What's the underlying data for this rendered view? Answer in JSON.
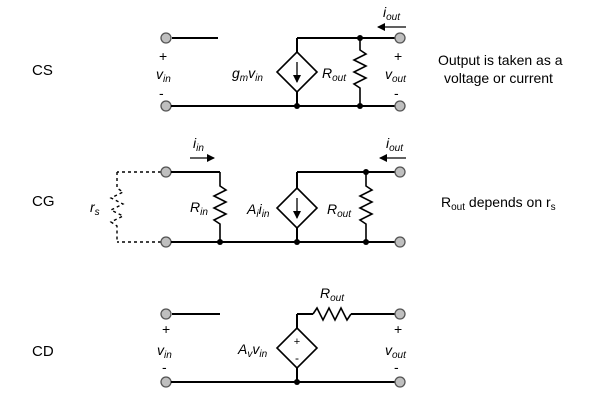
{
  "stages": [
    {
      "id": "cs",
      "name": "CS",
      "input_plus": "+",
      "input_var": "v",
      "input_sub": "in",
      "input_minus": "-",
      "source_label": "g",
      "source_label_sub": "m",
      "source_label_var": "v",
      "source_label_var_sub": "in",
      "resistor_main": "R",
      "resistor_sub": "out",
      "current_main": "i",
      "current_sub": "out",
      "output_plus": "+",
      "output_var": "v",
      "output_sub": "out",
      "output_minus": "-",
      "note_line1": "Output is taken as a",
      "note_line2": "voltage or current"
    },
    {
      "id": "cg",
      "name": "CG",
      "source_res_main": "r",
      "source_res_sub": "s",
      "in_current_main": "i",
      "in_current_sub": "in",
      "rin_main": "R",
      "rin_sub": "in",
      "source_label": "A",
      "source_label_sub": "i",
      "source_label_var": "i",
      "source_label_var_sub": "in",
      "rout_main": "R",
      "rout_sub": "out",
      "out_current_main": "i",
      "out_current_sub": "out",
      "note_main1": "R",
      "note_sub1": "out",
      "note_mid": " depends on r",
      "note_sub2": "s"
    },
    {
      "id": "cd",
      "name": "CD",
      "input_plus": "+",
      "input_var": "v",
      "input_sub": "in",
      "input_minus": "-",
      "source_label": "A",
      "source_label_sub": "v",
      "source_label_var": "v",
      "source_label_var_sub": "in",
      "src_plus": "+",
      "src_minus": "-",
      "rout_main": "R",
      "rout_sub": "out",
      "output_plus": "+",
      "output_var": "v",
      "output_sub": "out",
      "output_minus": "-"
    }
  ]
}
